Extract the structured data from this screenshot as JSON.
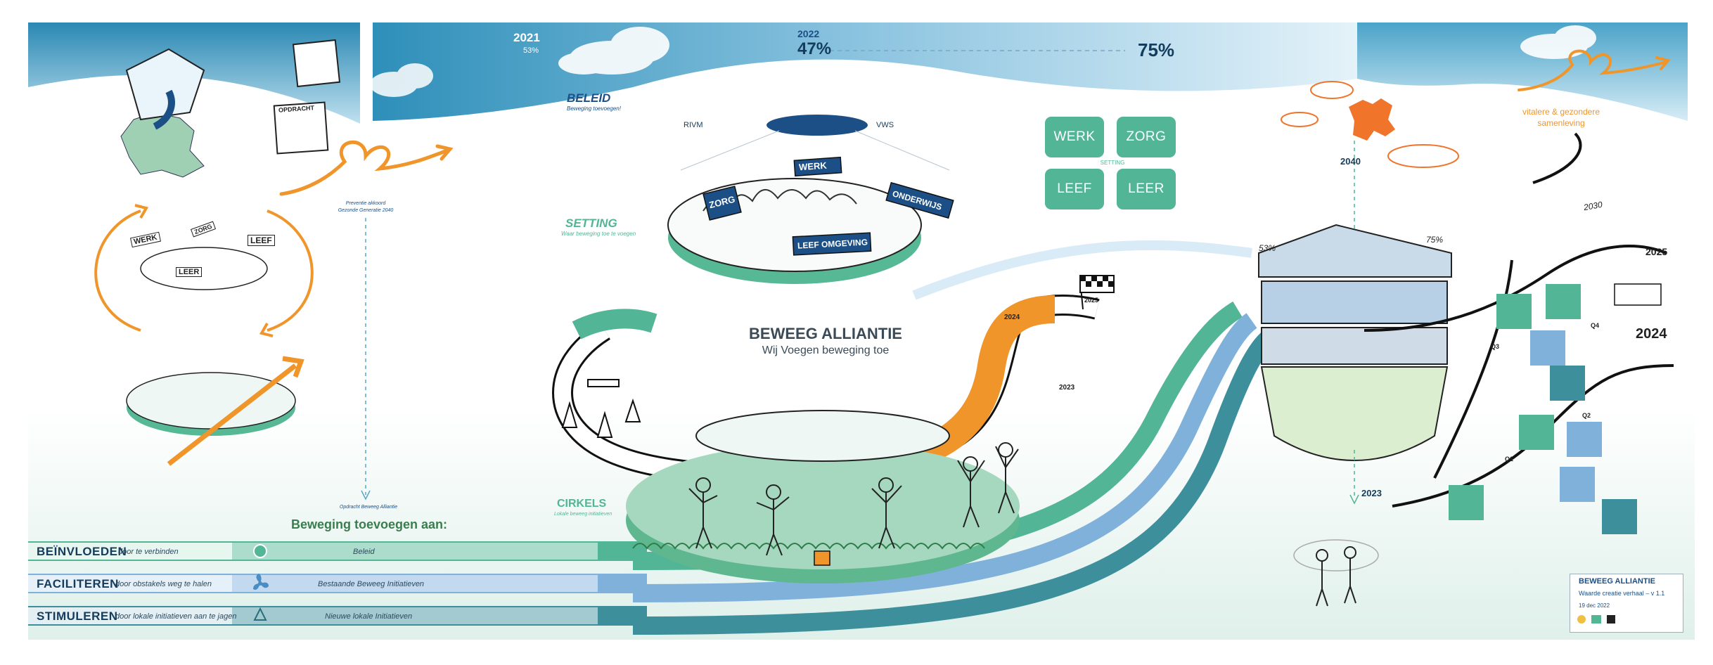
{
  "header": {
    "year_start": "2021",
    "pct_start": "53%",
    "year_mid": "2022",
    "pct_mid": "47%",
    "pct_goal": "75%",
    "ministry_left": "RIVM",
    "ministry_right": "VWS",
    "beleid_title": "BELEID",
    "beleid_sub": "Beweging toevoegen!"
  },
  "left": {
    "prevention_line1": "Preventie akkoord",
    "prevention_line2": "Gezonde Generatie 2040",
    "assignment": "Opdracht Beweeg Alliantie",
    "cycle_labels": [
      "WERK",
      "ZORG",
      "LEEF",
      "LEER"
    ],
    "sign_text": "OPDRACHT"
  },
  "center": {
    "setting_title": "SETTING",
    "setting_sub": "Waar beweging toe te voegen",
    "setting_signs": [
      "WERK",
      "ZORG",
      "ONDERWIJS",
      "LEEF OMGEVING"
    ],
    "alliance_title": "BEWEEG ALLIANTIE",
    "alliance_sub": "Wij Voegen beweging toe",
    "cirkels_title": "CIRKELS",
    "cirkels_sub": "Lokale beweeg initiatieven",
    "year_flag": "2025",
    "road_years": [
      "2024",
      "2023"
    ]
  },
  "settings_grid": {
    "tiles": [
      "WERK",
      "ZORG",
      "LEEF",
      "LEER"
    ],
    "caption": "SETTING"
  },
  "right": {
    "year_2040": "2040",
    "vision_line1": "vitalere & gezondere",
    "vision_line2": "samenleving",
    "pct_left": "53%",
    "pct_right": "75%",
    "year_2023": "2023",
    "year_2030": "2030",
    "timeline_year_top": "2025",
    "timeline_year_big": "2024",
    "quarters": [
      "Q1",
      "Q2",
      "Q3",
      "Q4"
    ]
  },
  "bands": {
    "heading": "Beweging toevoegen aan:",
    "rows": [
      {
        "label": "BEÏNVLOEDEN",
        "sub": "door te verbinden",
        "mid": "Beleid",
        "color": "#52b595"
      },
      {
        "label": "FACILITEREN",
        "sub": "door obstakels  weg te halen",
        "mid": "Bestaande Beweeg Initiatieven",
        "color": "#7fb1db"
      },
      {
        "label": "STIMULEREN",
        "sub": "door lokale initiatieven aan te jagen",
        "mid": "Nieuwe lokale Initiatieven",
        "color": "#3c8f9b"
      }
    ]
  },
  "card": {
    "title": "BEWEEG ALLIANTIE",
    "subtitle": "Waarde creatie verhaal – v 1.1",
    "date": "19 dec 2022"
  },
  "colors": {
    "teal": "#52b595",
    "sky_blue": "#7fb1db",
    "dark_teal": "#3c8f9b",
    "orange": "#f0952a",
    "navy": "#1c4f86",
    "header_blue": "#2e8fb9"
  }
}
